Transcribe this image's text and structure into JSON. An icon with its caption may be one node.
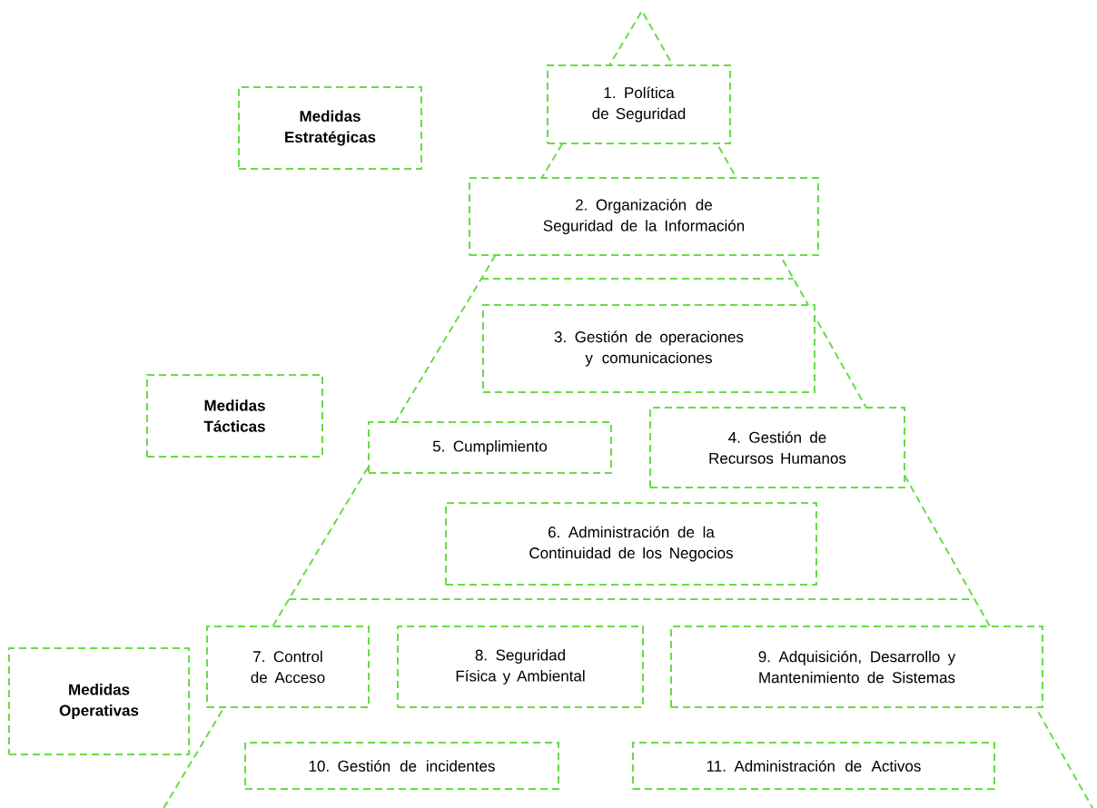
{
  "diagram": {
    "nodes": [
      {
        "text": [
          "Medidas Estratégicas"
        ]
      },
      {
        "text": [
          "1. Política de Seguridad"
        ]
      },
      {
        "text": [
          "2. Organización de Seguridad de la Información"
        ]
      },
      {
        "text": [
          "3. Gestión de operaciones y comunicaciones"
        ]
      },
      {
        "text": [
          "Medidas Tácticas"
        ]
      },
      {
        "text": [
          "5. Cumplimiento"
        ]
      },
      {
        "text": [
          "4. Gestión de Recursos Humanos"
        ]
      },
      {
        "text": [
          "6. Administración de la Continuidad de los Negocios"
        ]
      },
      {
        "text": [
          "Medidas Operativas"
        ]
      },
      {
        "text": [
          "7. Control de Acceso"
        ]
      },
      {
        "text": [
          "8. Seguridad Física y Ambiental"
        ]
      },
      {
        "text": [
          "9. Adquisición, Desarrollo y Mantenimiento de Sistemas"
        ]
      },
      {
        "text": [
          "10. Gestión de incidentes"
        ]
      },
      {
        "text": [
          "11. Administración de Activos"
        ]
      }
    ]
  }
}
